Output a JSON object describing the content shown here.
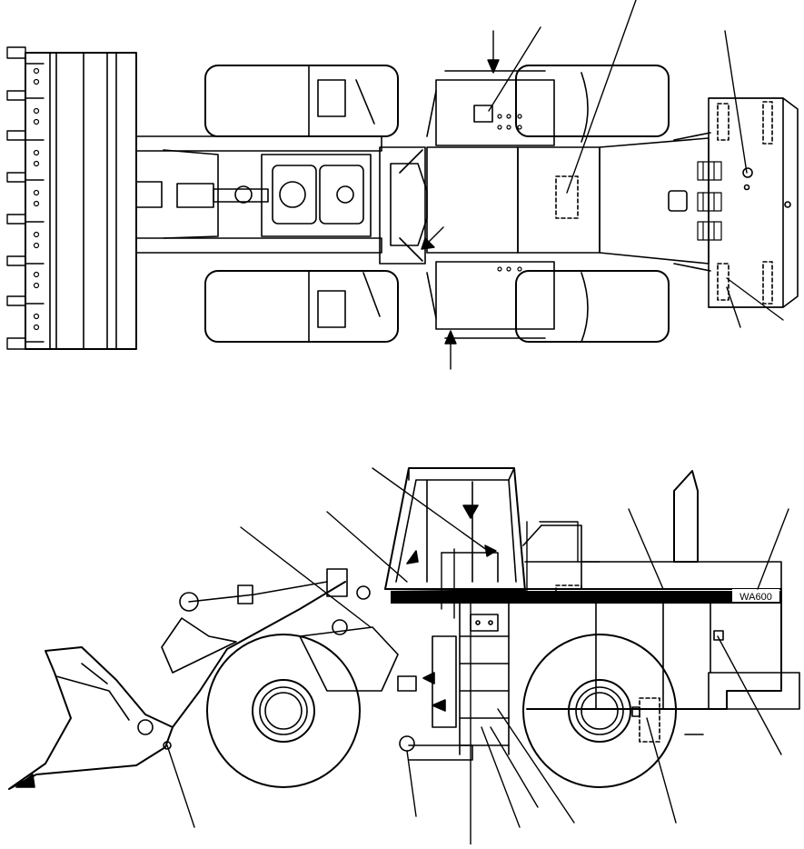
{
  "figure": {
    "model_badge": "WA600",
    "views": [
      "top-view",
      "side-view"
    ]
  }
}
